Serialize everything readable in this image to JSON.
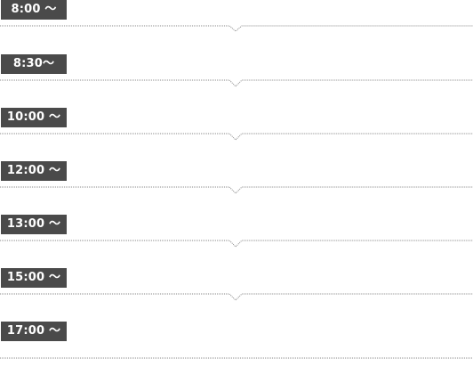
{
  "schedule": {
    "slots": [
      {
        "time": "8:00 〜"
      },
      {
        "time": "8:30〜"
      },
      {
        "time": "10:00 〜"
      },
      {
        "time": "12:00 〜"
      },
      {
        "time": "13:00 〜"
      },
      {
        "time": "15:00 〜"
      },
      {
        "time": "17:00 〜"
      }
    ]
  },
  "colors": {
    "badge_background": "#4a4a4a",
    "badge_text": "#ffffff",
    "divider": "#8a8a8a"
  }
}
